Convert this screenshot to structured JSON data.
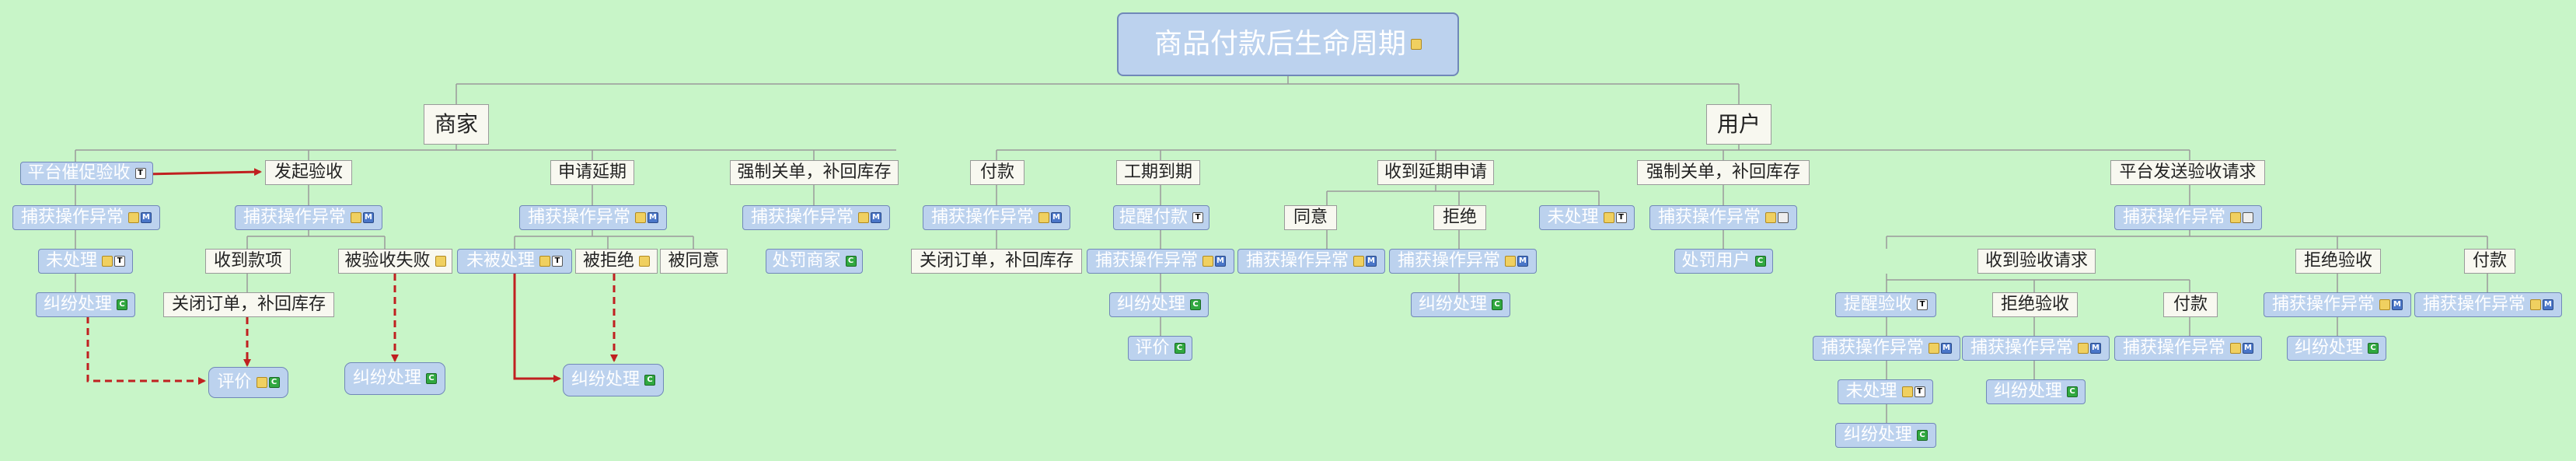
{
  "root": "商品付款后生命周期",
  "merchant": {
    "title": "商家",
    "platform_accept": "平台催促验收",
    "capture_exception": "捕获操作异常",
    "unprocessed": "未处理",
    "dispute": "纠纷处理",
    "start_accept": "发起验收",
    "received_payment": "收到款项",
    "close_order_restock": "关闭订单，补回库存",
    "accept_failed": "被验收失败",
    "review": "评价",
    "dispute_2": "纠纷处理",
    "apply_extend": "申请延期",
    "not_processed": "未被处理",
    "rejected": "被拒绝",
    "agreed": "被同意",
    "dispute_3": "纠纷处理",
    "force_close": "强制关单，补回库存",
    "punish_merchant": "处罚商家"
  },
  "user": {
    "title": "用户",
    "pay": "付款",
    "close_order_restock": "关闭订单，补回库存",
    "period_due": "工期到期",
    "remind_pay": "提醒付款",
    "dispute": "纠纷处理",
    "review": "评价",
    "recv_extend": "收到延期申请",
    "agree": "同意",
    "reject": "拒绝",
    "unprocessed": "未处理",
    "force_close": "强制关单，补回库存",
    "punish_user": "处罚用户",
    "platform_send": "平台发送验收请求",
    "recv_accept_req": "收到验收请求",
    "remind_accept": "提醒验收",
    "reject_accept": "拒绝验收",
    "pay_2": "付款",
    "reject_accept_2": "拒绝验收",
    "pay_3": "付款"
  },
  "colors": {
    "background": "#c8f5c8",
    "topic_fill": "#bcd2ee",
    "topic_border": "#7088b8",
    "arrow": "#c02020",
    "line": "#9a9a9a"
  }
}
